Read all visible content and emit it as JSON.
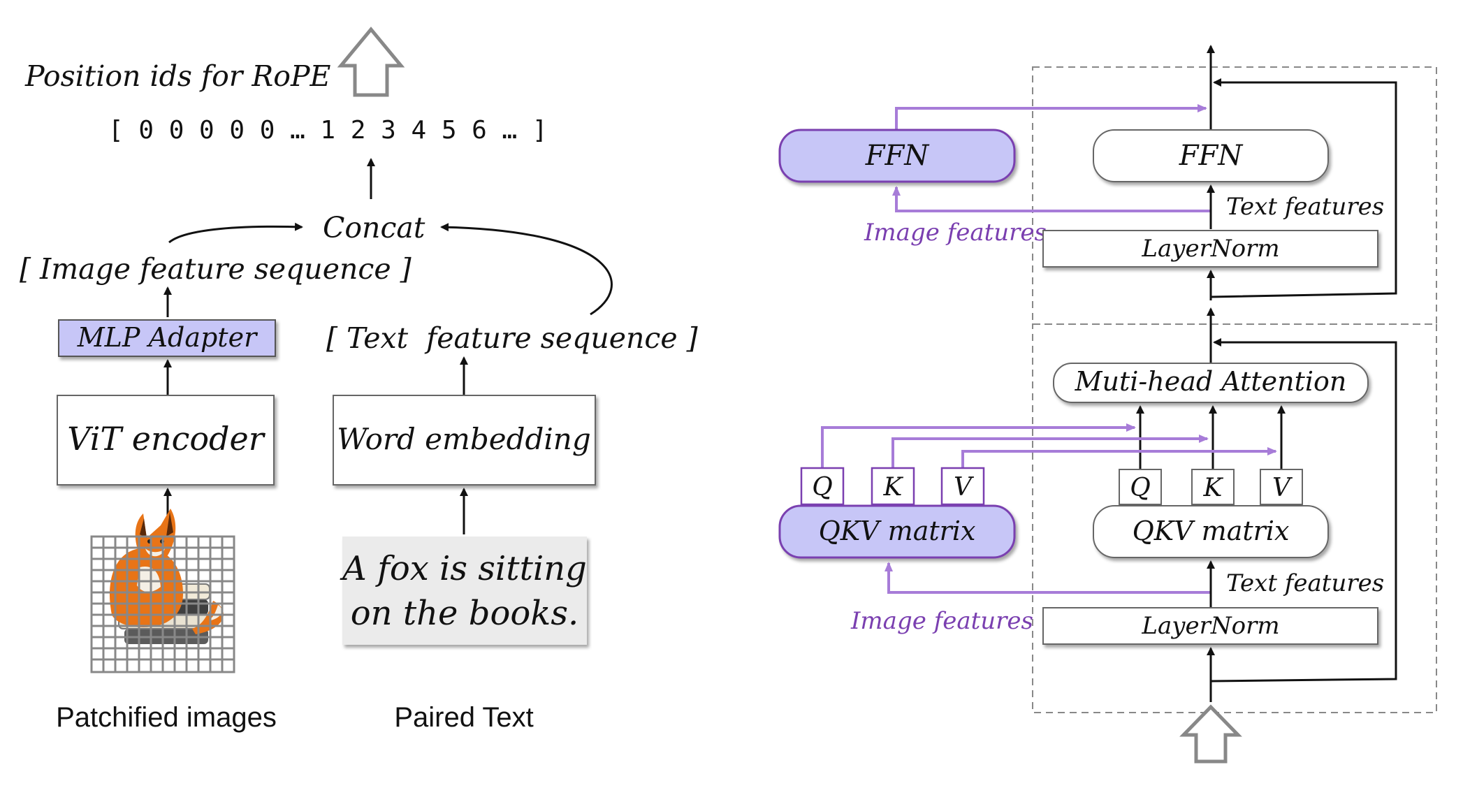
{
  "left": {
    "rope_title": "Position ids for RoPE",
    "position_ids": "[ 0 0 0 0 0 … 1 2 3 4 5 6 … ]",
    "concat_label": "Concat",
    "image_seq_label": "[ Image feature sequence ]",
    "text_seq_label": "[ Text  feature sequence ]",
    "mlp_adapter_label": "MLP Adapter",
    "vit_label": "ViT encoder",
    "word_emb_label": "Word embedding",
    "text_line1": "A fox is sitting",
    "text_line2": "on the books.",
    "patch_caption": "Patchified images",
    "text_caption": "Paired Text"
  },
  "right": {
    "ffn_image_label": "FFN",
    "ffn_text_label": "FFN",
    "text_features_top": "Text features",
    "image_features_top": "Image features",
    "layernorm_top": "LayerNorm",
    "attention_label": "Muti-head Attention",
    "q_label": "Q",
    "k_label": "K",
    "v_label": "V",
    "qkv_image_label": "QKV matrix",
    "qkv_text_label": "QKV matrix",
    "text_features_bottom": "Text features",
    "image_features_bottom": "Image features",
    "layernorm_bottom": "LayerNorm"
  },
  "colors": {
    "accent_fill": "#c7c6f7",
    "accent_stroke": "#7a3fb0",
    "purple_line": "#a77cd8"
  }
}
